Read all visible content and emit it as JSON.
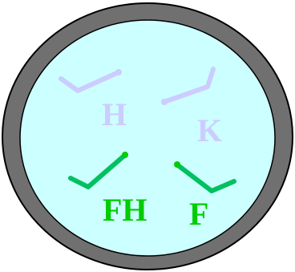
{
  "labels": {
    "h": "H",
    "k": "K",
    "fh": "FH",
    "f": "F"
  },
  "colors": {
    "rim": "#707070",
    "rim_stroke": "#000000",
    "inner_fill": "#ccffff",
    "faded_marker": "#ccccff",
    "active_marker": "#00c060",
    "active_text": "#00cc00"
  }
}
